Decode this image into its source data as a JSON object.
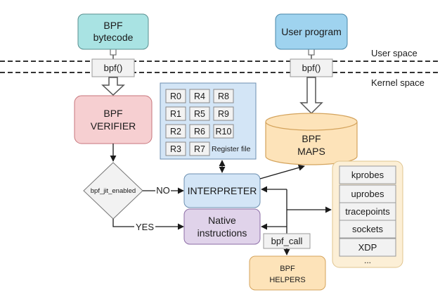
{
  "labels": {
    "user_space": "User space",
    "kernel_space": "Kernel space"
  },
  "nodes": {
    "bpf_bytecode": {
      "line1": "BPF",
      "line2": "bytecode"
    },
    "user_program": {
      "label": "User program"
    },
    "bpf_call_left": {
      "label": "bpf()"
    },
    "bpf_call_right": {
      "label": "bpf()"
    },
    "verifier": {
      "line1": "BPF",
      "line2": "VERIFIER"
    },
    "jit_decision": {
      "label": "bpf_jit_enabled"
    },
    "interpreter": {
      "label": "INTERPRETER"
    },
    "native": {
      "line1": "Native",
      "line2": "instructions"
    },
    "maps": {
      "line1": "BPF",
      "line2": "MAPS"
    },
    "helpers": {
      "line1": "BPF",
      "line2": "HELPERS"
    },
    "bpf_call": {
      "label": "bpf_call"
    }
  },
  "register_file": {
    "registers": [
      "R0",
      "R4",
      "R8",
      "R1",
      "R5",
      "R9",
      "R2",
      "R6",
      "R10",
      "R3",
      "R7"
    ],
    "caption": "Register file"
  },
  "hooks": [
    "kprobes",
    "uprobes",
    "tracepoints",
    "sockets",
    "XDP",
    "..."
  ],
  "edge_labels": {
    "no": "NO",
    "yes": "YES"
  },
  "colors": {
    "cyan": "#a9e3e3",
    "blue": "#9fd3ef",
    "pink": "#f6cfd1",
    "lavender": "#e0d3ea",
    "light_blue": "#d3e5f6",
    "orange": "#fde3b9",
    "hooks_panel": "#fcefd6"
  }
}
